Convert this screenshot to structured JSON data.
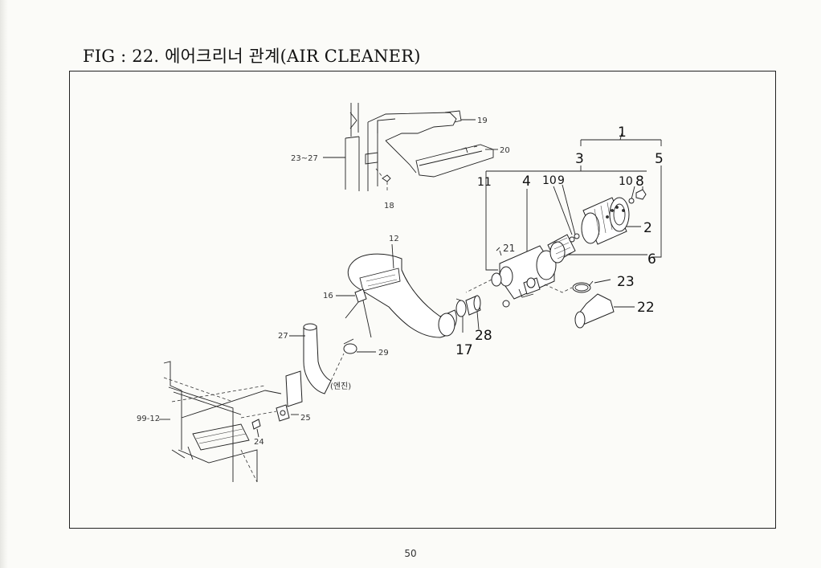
{
  "figure": {
    "title": "FIG : 22. 에어크리너 관계(AIR CLEANER)",
    "page_number": "50",
    "engine_note": "(엔진)"
  },
  "callouts": {
    "c1": "1",
    "c2": "2",
    "c3": "3",
    "c4": "4",
    "c5": "5",
    "c6": "6",
    "c8": "8",
    "c9": "9",
    "c10a": "10",
    "c10b": "10",
    "c11": "11",
    "c12": "12",
    "c16": "16",
    "c17": "17",
    "c18": "18",
    "c19": "19",
    "c20": "20",
    "c21": "21",
    "c22": "22",
    "c23": "23",
    "c24": "24",
    "c25": "25",
    "c27": "27",
    "c28": "28",
    "c29": "29",
    "c23_27": "23~27",
    "c99_12": "99-12"
  }
}
